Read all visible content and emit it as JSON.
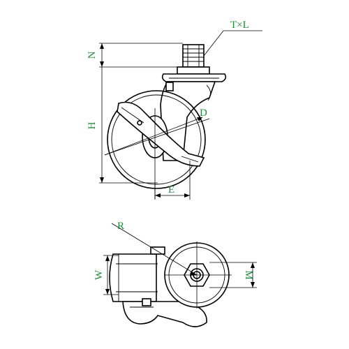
{
  "colors": {
    "label": "#1f8a3a",
    "line": "#000000",
    "background": "#ffffff"
  },
  "labels": {
    "thread": "T×L",
    "n": "N",
    "h": "H",
    "d": "D",
    "e": "E",
    "r": "R",
    "w": "W",
    "m": "M"
  }
}
